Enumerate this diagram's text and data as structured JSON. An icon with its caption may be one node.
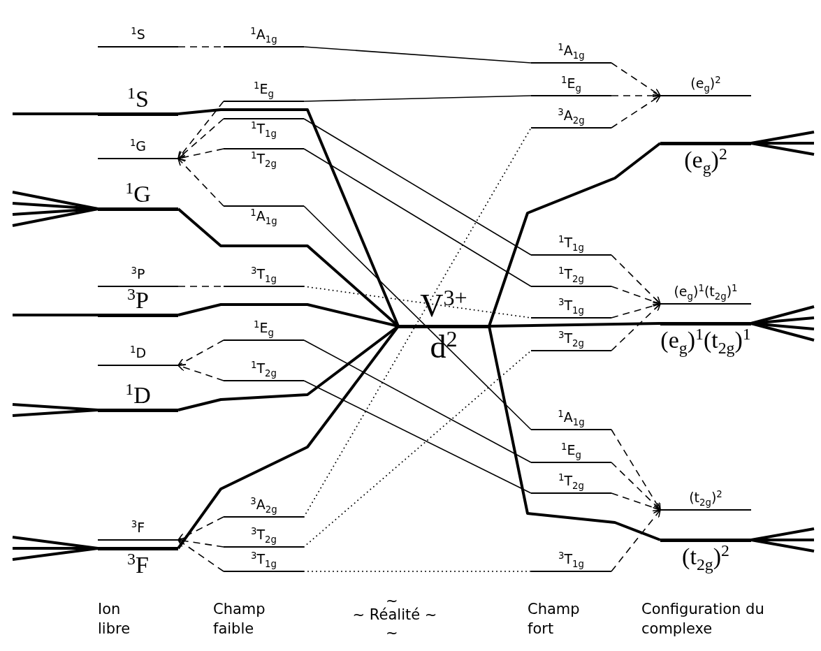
{
  "diagram": {
    "nodes": [
      {
        "text": [
          "$^{1}$S"
        ]
      },
      {
        "text": [
          "$^{1}$S"
        ]
      },
      {
        "text": [
          "$^{1}$G"
        ]
      },
      {
        "text": [
          "$^{1}$G"
        ]
      },
      {
        "text": [
          "$^{3}$P"
        ]
      },
      {
        "text": [
          "$^{3}$P"
        ]
      },
      {
        "text": [
          "$^{1}$D"
        ]
      },
      {
        "text": [
          "$^{1}$D"
        ]
      },
      {
        "text": [
          "$^{3}$F"
        ]
      },
      {
        "text": [
          "$^{3}$F"
        ]
      },
      {
        "text": [
          "$^{1}$A$_{1g}$"
        ]
      },
      {
        "text": [
          "$^{1}$E$_{g}$"
        ]
      },
      {
        "text": [
          "$^{1}$T$_{1g}$"
        ]
      },
      {
        "text": [
          "$^{1}$T$_{2g}$"
        ]
      },
      {
        "text": [
          "$^{1}$A$_{1g}$"
        ]
      },
      {
        "text": [
          "$^{3}$T$_{1g}$"
        ]
      },
      {
        "text": [
          "$^{1}$E$_{g}$"
        ]
      },
      {
        "text": [
          "$^{1}$T$_{2g}$"
        ]
      },
      {
        "text": [
          "$^{3}$A$_{2g}$"
        ]
      },
      {
        "text": [
          "$^{3}$T$_{2g}$"
        ]
      },
      {
        "text": [
          "$^{3}$T$_{1g}$"
        ]
      },
      {
        "text": [
          "V$^{3+}$",
          "d$^{2}$"
        ]
      },
      {
        "text": [
          "$^{1}$A$_{1g}$"
        ]
      },
      {
        "text": [
          "$^{1}$E$_{g}$"
        ]
      },
      {
        "text": [
          "$^{3}$A$_{2g}$"
        ]
      },
      {
        "text": [
          "$^{1}$T$_{1g}$"
        ]
      },
      {
        "text": [
          "$^{1}$T$_{2g}$"
        ]
      },
      {
        "text": [
          "$^{3}$T$_{1g}$"
        ]
      },
      {
        "text": [
          "$^{3}$T$_{2g}$"
        ]
      },
      {
        "text": [
          "$^{1}$A$_{1g}$"
        ]
      },
      {
        "text": [
          "$^{1}$E$_{g}$"
        ]
      },
      {
        "text": [
          "$^{1}$T$_{2g}$"
        ]
      },
      {
        "text": [
          "$^{3}$T$_{1g}$"
        ]
      },
      {
        "text": [
          "(e$_{g}$)$^{2}$"
        ]
      },
      {
        "text": [
          "(e$_{g}$)$^{2}$"
        ]
      },
      {
        "text": [
          "(e$_{g}$)$^{1}$(t$_{2g}$)$^{1}$"
        ]
      },
      {
        "text": [
          "(e$_{g}$)$^{1}$(t$_{2g}$)$^{1}$"
        ]
      },
      {
        "text": [
          "(t$_{2g}$)$^{2}$"
        ]
      },
      {
        "text": [
          "(t$_{2g}$)$^{2}$"
        ]
      }
    ],
    "edges": [
      {
        "from": 0,
        "to": 10,
        "arrow": "none",
        "style": "dashed"
      },
      {
        "from": 11,
        "to": 2,
        "arrow": "to",
        "style": "dashed"
      },
      {
        "from": 12,
        "to": 2,
        "arrow": "to",
        "style": "dashed"
      },
      {
        "from": 13,
        "to": 2,
        "arrow": "to",
        "style": "dashed"
      },
      {
        "from": 14,
        "to": 2,
        "arrow": "to",
        "style": "dashed"
      },
      {
        "from": 4,
        "to": 15,
        "arrow": "none",
        "style": "dashed"
      },
      {
        "from": 16,
        "to": 6,
        "arrow": "to",
        "style": "dashed"
      },
      {
        "from": 17,
        "to": 6,
        "arrow": "to",
        "style": "dashed"
      },
      {
        "from": 18,
        "to": 8,
        "arrow": "to",
        "style": "dashed"
      },
      {
        "from": 19,
        "to": 8,
        "arrow": "to",
        "style": "dashed"
      },
      {
        "from": 20,
        "to": 8,
        "arrow": "to",
        "style": "dashed"
      },
      {
        "from": 10,
        "to": 22,
        "arrow": "none"
      },
      {
        "from": 11,
        "to": 23,
        "arrow": "none"
      },
      {
        "from": 12,
        "to": 25,
        "arrow": "none"
      },
      {
        "from": 13,
        "to": 26,
        "arrow": "none"
      },
      {
        "from": 14,
        "to": 29,
        "arrow": "none"
      },
      {
        "from": 16,
        "to": 30,
        "arrow": "none"
      },
      {
        "from": 17,
        "to": 31,
        "arrow": "none"
      },
      {
        "from": 15,
        "to": 27,
        "arrow": "none",
        "style": "dashed"
      },
      {
        "from": 18,
        "to": 24,
        "arrow": "none",
        "style": "dashed"
      },
      {
        "from": 19,
        "to": 28,
        "arrow": "none",
        "style": "dashed"
      },
      {
        "from": 20,
        "to": 32,
        "arrow": "none",
        "style": "dashed"
      },
      {
        "from": 22,
        "to": 33,
        "arrow": "to",
        "style": "dashed"
      },
      {
        "from": 23,
        "to": 33,
        "arrow": "to",
        "style": "dashed"
      },
      {
        "from": 24,
        "to": 33,
        "arrow": "to",
        "style": "dashed"
      },
      {
        "from": 25,
        "to": 35,
        "arrow": "to",
        "style": "dashed"
      },
      {
        "from": 26,
        "to": 35,
        "arrow": "to",
        "style": "dashed"
      },
      {
        "from": 27,
        "to": 35,
        "arrow": "to",
        "style": "dashed"
      },
      {
        "from": 28,
        "to": 35,
        "arrow": "to",
        "style": "dashed"
      },
      {
        "from": 29,
        "to": 37,
        "arrow": "to",
        "style": "dashed"
      },
      {
        "from": 30,
        "to": 37,
        "arrow": "to",
        "style": "dashed"
      },
      {
        "from": 31,
        "to": 37,
        "arrow": "to",
        "style": "dashed"
      },
      {
        "from": 32,
        "to": 37,
        "arrow": "to",
        "style": "dashed"
      },
      {
        "from": 21,
        "to": 1,
        "arrow": "none",
        "style": "thick"
      },
      {
        "from": 21,
        "to": 3,
        "arrow": "none",
        "style": "thick"
      },
      {
        "from": 21,
        "to": 5,
        "arrow": "none",
        "style": "thick"
      },
      {
        "from": 21,
        "to": 7,
        "arrow": "none",
        "style": "thick"
      },
      {
        "from": 21,
        "to": 9,
        "arrow": "none",
        "style": "thick"
      },
      {
        "from": 21,
        "to": 34,
        "arrow": "none",
        "style": "thick"
      },
      {
        "from": 21,
        "to": 36,
        "arrow": "none",
        "style": "thick"
      },
      {
        "from": 21,
        "to": 38,
        "arrow": "none",
        "style": "thick"
      },
      {
        "from": null,
        "to": 1,
        "arrow": "none",
        "style": "thick"
      },
      {
        "from": null,
        "to": 3,
        "arrow": "none",
        "style": "thick"
      },
      {
        "from": null,
        "to": 3,
        "arrow": "none",
        "style": "thick"
      },
      {
        "from": null,
        "to": 3,
        "arrow": "none",
        "style": "thick"
      },
      {
        "from": null,
        "to": 3,
        "arrow": "none",
        "style": "thick"
      },
      {
        "from": null,
        "to": 5,
        "arrow": "none",
        "style": "thick"
      },
      {
        "from": null,
        "to": 7,
        "arrow": "none",
        "style": "thick"
      },
      {
        "from": null,
        "to": 7,
        "arrow": "none",
        "style": "thick"
      },
      {
        "from": null,
        "to": 9,
        "arrow": "none",
        "style": "thick"
      },
      {
        "from": null,
        "to": 9,
        "arrow": "none",
        "style": "thick"
      },
      {
        "from": null,
        "to": 9,
        "arrow": "none",
        "style": "thick"
      },
      {
        "from": 34,
        "to": null,
        "arrow": "none",
        "style": "thick"
      },
      {
        "from": 34,
        "to": null,
        "arrow": "none",
        "style": "thick"
      },
      {
        "from": 34,
        "to": null,
        "arrow": "none",
        "style": "thick"
      },
      {
        "from": 36,
        "to": null,
        "arrow": "none",
        "style": "thick"
      },
      {
        "from": 36,
        "to": null,
        "arrow": "none",
        "style": "thick"
      },
      {
        "from": 36,
        "to": null,
        "arrow": "none",
        "style": "thick"
      },
      {
        "from": 36,
        "to": null,
        "arrow": "none",
        "style": "thick"
      },
      {
        "from": 38,
        "to": null,
        "arrow": "none",
        "style": "thick"
      },
      {
        "from": 38,
        "to": null,
        "arrow": "none",
        "style": "thick"
      },
      {
        "from": 38,
        "to": null,
        "arrow": "none",
        "style": "thick"
      }
    ],
    "labels": [
      "Ion libre",
      "Champ faible",
      "~",
      "~ Réalité ~",
      "~",
      "Champ fort",
      "Configuration du complexe"
    ]
  }
}
